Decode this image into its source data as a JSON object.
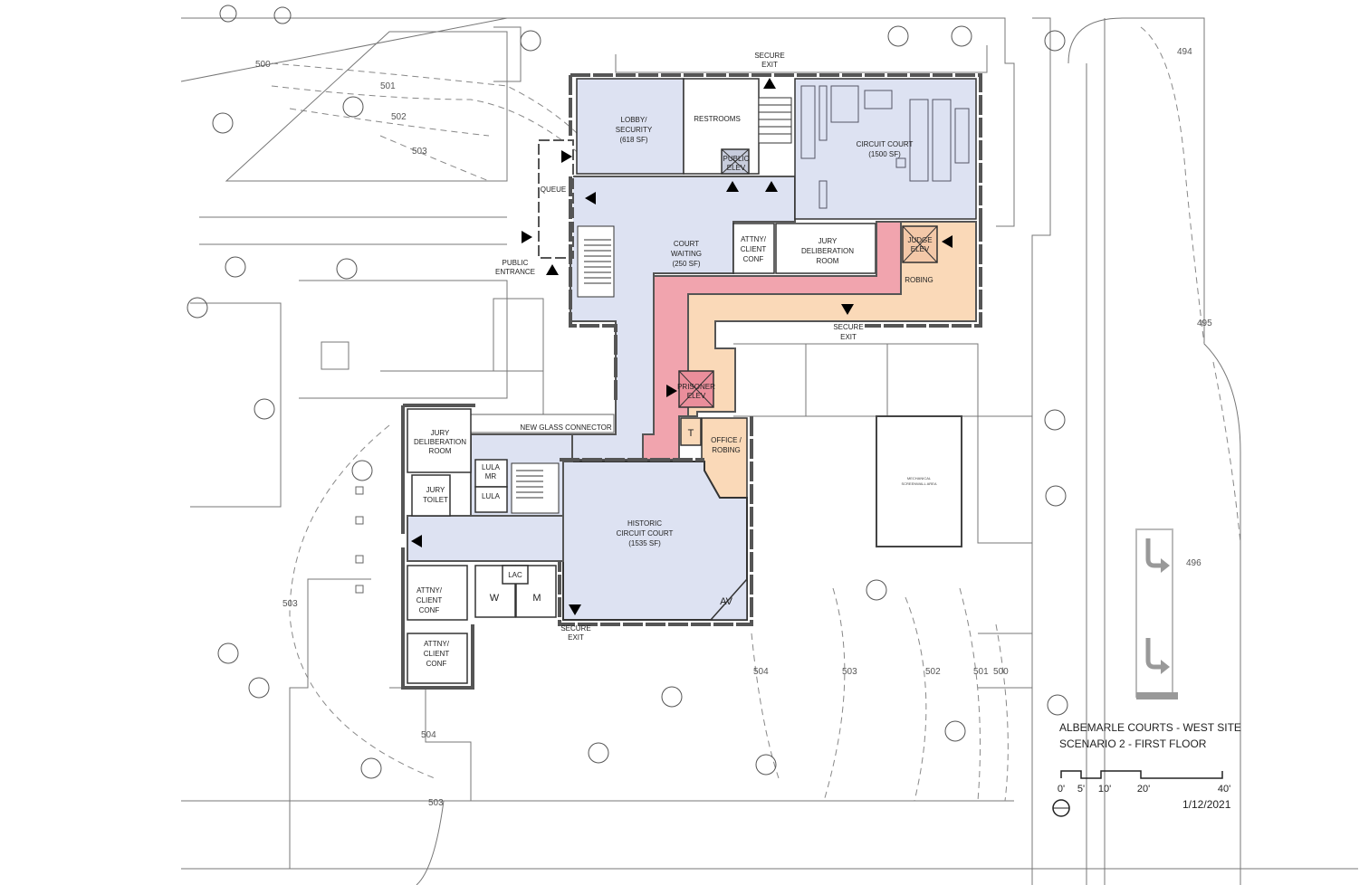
{
  "title_block": {
    "project": "ALBEMARLE COURTS - WEST SITE",
    "scenario": "SCENARIO 2 - FIRST FLOOR",
    "date": "1/12/2021",
    "scale_ticks": [
      "0'",
      "5'",
      "10'",
      "20'",
      "40'"
    ]
  },
  "colors": {
    "public": "#dde2f2",
    "secure": "#f1a4ae",
    "judicial": "#fad9b8",
    "service": "#ffffff"
  },
  "rooms": {
    "lobby_l1": "LOBBY/",
    "lobby_l2": "SECURITY",
    "lobby_l3": "(618 SF)",
    "restrooms": "RESTROOMS",
    "public_elev_l1": "PUBLIC",
    "public_elev_l2": "ELEV",
    "circuit_court_l1": "CIRCUIT COURT",
    "circuit_court_l2": "(1500 SF)",
    "queue": "QUEUE",
    "court_waiting_l1": "COURT",
    "court_waiting_l2": "WAITING",
    "court_waiting_l3": "(250 SF)",
    "attny_top_l1": "ATTNY/",
    "attny_top_l2": "CLIENT",
    "attny_top_l3": "CONF",
    "jury_delib_top_l1": "JURY",
    "jury_delib_top_l2": "DELIBERATION",
    "jury_delib_top_l3": "ROOM",
    "judge_elev_l1": "JUDGE",
    "judge_elev_l2": "ELEV",
    "robing": "ROBING",
    "prisoner_elev_l1": "PRISONER",
    "prisoner_elev_l2": "ELEV",
    "t_room": "T",
    "office_robing_l1": "OFFICE /",
    "office_robing_l2": "ROBING",
    "new_glass_connector": "NEW GLASS CONNECTOR",
    "jury_delib_left_l1": "JURY",
    "jury_delib_left_l2": "DELIBERATION",
    "jury_delib_left_l3": "ROOM",
    "lula_mr_l1": "LULA",
    "lula_mr_l2": "MR",
    "lula": "LULA",
    "jury_toilet_l1": "JURY",
    "jury_toilet_l2": "TOILET",
    "historic_court_l1": "HISTORIC",
    "historic_court_l2": "CIRCUIT COURT",
    "historic_court_l3": "(1535 SF)",
    "lac": "LAC",
    "w": "W",
    "m": "M",
    "av": "AV",
    "attny_left1_l1": "ATTNY/",
    "attny_left1_l2": "CLIENT",
    "attny_left1_l3": "CONF",
    "attny_left2_l1": "ATTNY/",
    "attny_left2_l2": "CLIENT",
    "attny_left2_l3": "CONF",
    "mechanical_l1": "MECHANICAL",
    "mechanical_l2": "SCREENWALL AREA"
  },
  "exits": {
    "secure_top_l1": "SECURE",
    "secure_top_l2": "EXIT",
    "secure_mid_l1": "SECURE",
    "secure_mid_l2": "EXIT",
    "secure_bottom_l1": "SECURE",
    "secure_bottom_l2": "EXIT",
    "public_entrance_l1": "PUBLIC",
    "public_entrance_l2": "ENTRANCE"
  },
  "contours": {
    "c500_top": "500",
    "c501_top": "501",
    "c502_top": "502",
    "c503_top": "503",
    "c494": "494",
    "c495": "495",
    "c496": "496",
    "c500_bottom": "500",
    "c501_bottom": "501",
    "c502_bottom": "502",
    "c503_mid": "503",
    "c504_mid": "504",
    "c503_left": "503",
    "c504_left": "504",
    "c503_bottom": "503"
  }
}
